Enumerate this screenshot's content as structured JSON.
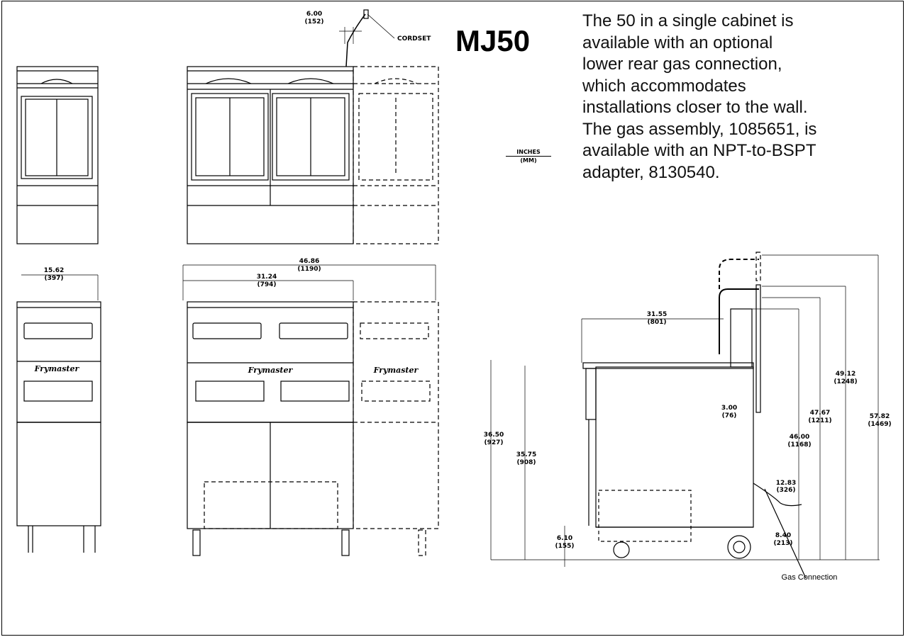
{
  "model": "MJ50",
  "description_lines": [
    "The 50 in a single cabinet is",
    "available with an optional",
    "lower rear gas connection,",
    "which accommodates",
    "installations closer to the wall.",
    "The gas assembly, 1085651, is",
    "available with an NPT-to-BSPT",
    "adapter, 8130540."
  ],
  "units": {
    "top": "INCHES",
    "bottom": "(MM)"
  },
  "brand": "Frymaster",
  "labels": {
    "cordset": "CORDSET",
    "gas_connection": "Gas Connection"
  },
  "dimensions": {
    "cord_offset": {
      "in": "6.00",
      "mm": "(152)"
    },
    "side_width": {
      "in": "15.62",
      "mm": "(397)"
    },
    "overall_width": {
      "in": "46.86",
      "mm": "(1190)"
    },
    "two_well_width": {
      "in": "31.24",
      "mm": "(794)"
    },
    "depth": {
      "in": "31.55",
      "mm": "(801)"
    },
    "flue_offset": {
      "in": "3.00",
      "mm": "(76)"
    },
    "frypot_height": {
      "in": "36.50",
      "mm": "(927)"
    },
    "counter_height": {
      "in": "35.75",
      "mm": "(908)"
    },
    "leg_height": {
      "in": "6.10",
      "mm": "(155)"
    },
    "flue_height": {
      "in": "46.00",
      "mm": "(1168)"
    },
    "hose_height": {
      "in": "47.67",
      "mm": "(1211)"
    },
    "top_height": {
      "in": "49.12",
      "mm": "(1248)"
    },
    "overall_height": {
      "in": "57.82",
      "mm": "(1469)"
    },
    "gas_height": {
      "in": "12.83",
      "mm": "(326)"
    },
    "gas_offset": {
      "in": "8.40",
      "mm": "(213)"
    }
  }
}
